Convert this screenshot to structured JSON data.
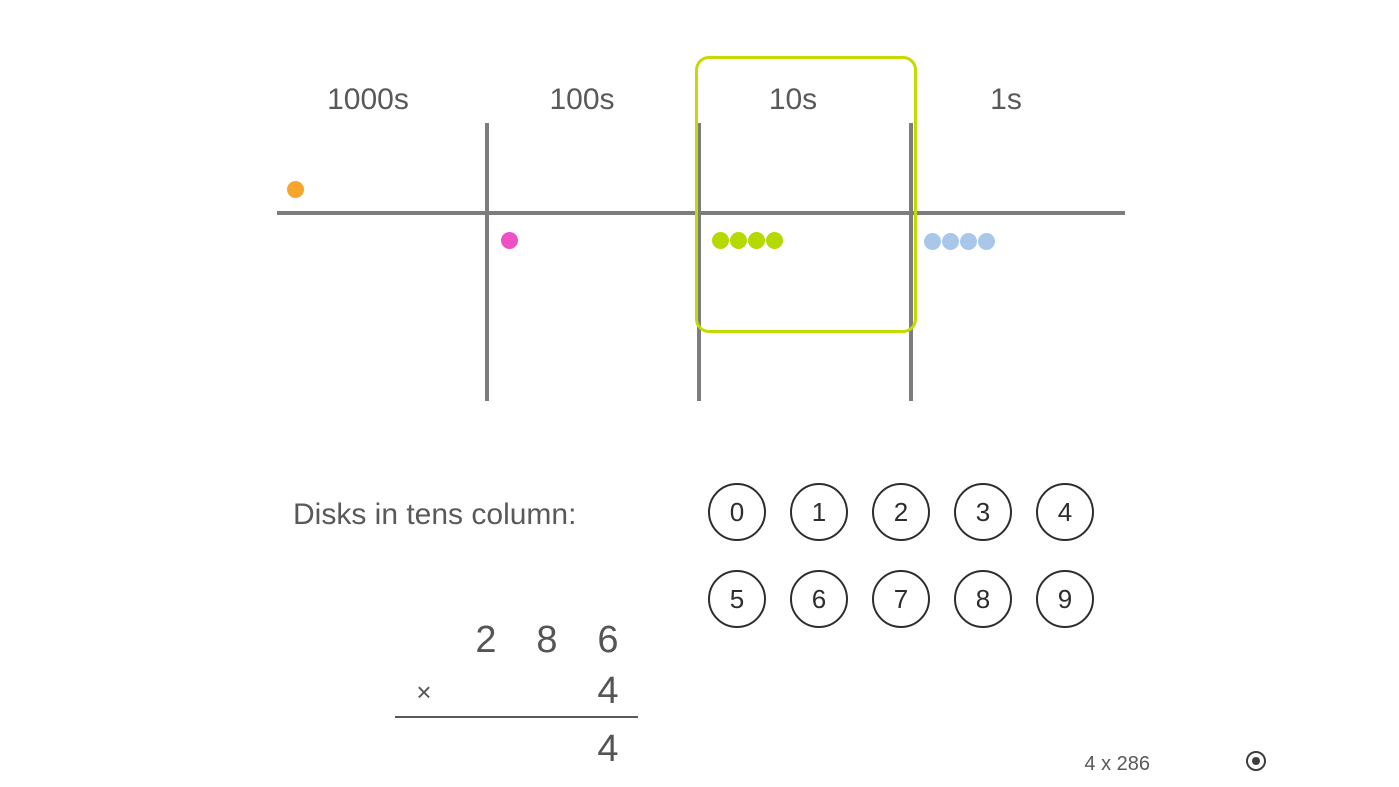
{
  "place_value_chart": {
    "columns": [
      {
        "label": "1000s"
      },
      {
        "label": "100s"
      },
      {
        "label": "10s"
      },
      {
        "label": "1s"
      }
    ],
    "highlighted_column": "10s",
    "colors": {
      "axis_gray": "#7d7d7d",
      "highlight_green": "#c3db02"
    },
    "disks": [
      {
        "column": "1000s",
        "count": 1,
        "color": "#f5a62b",
        "position": "above-line"
      },
      {
        "column": "100s",
        "count": 1,
        "color": "#ee51c6",
        "position": "below-line"
      },
      {
        "column": "10s",
        "count": 4,
        "color": "#b5d902",
        "position": "below-line"
      },
      {
        "column": "1s",
        "count": 4,
        "color": "#a9c8e9",
        "position": "below-line"
      }
    ]
  },
  "prompt": {
    "text": "Disks in tens column:"
  },
  "number_pad": {
    "buttons": [
      "0",
      "1",
      "2",
      "3",
      "4",
      "5",
      "6",
      "7",
      "8",
      "9"
    ]
  },
  "multiplication": {
    "multiplicand_digits": [
      "2",
      "8",
      "6"
    ],
    "operator": "×",
    "multiplier_digit": "4",
    "result_ones_digit": "4"
  },
  "footer": {
    "problem_label": "4 x 286",
    "icons": {
      "status": "record-icon"
    }
  }
}
